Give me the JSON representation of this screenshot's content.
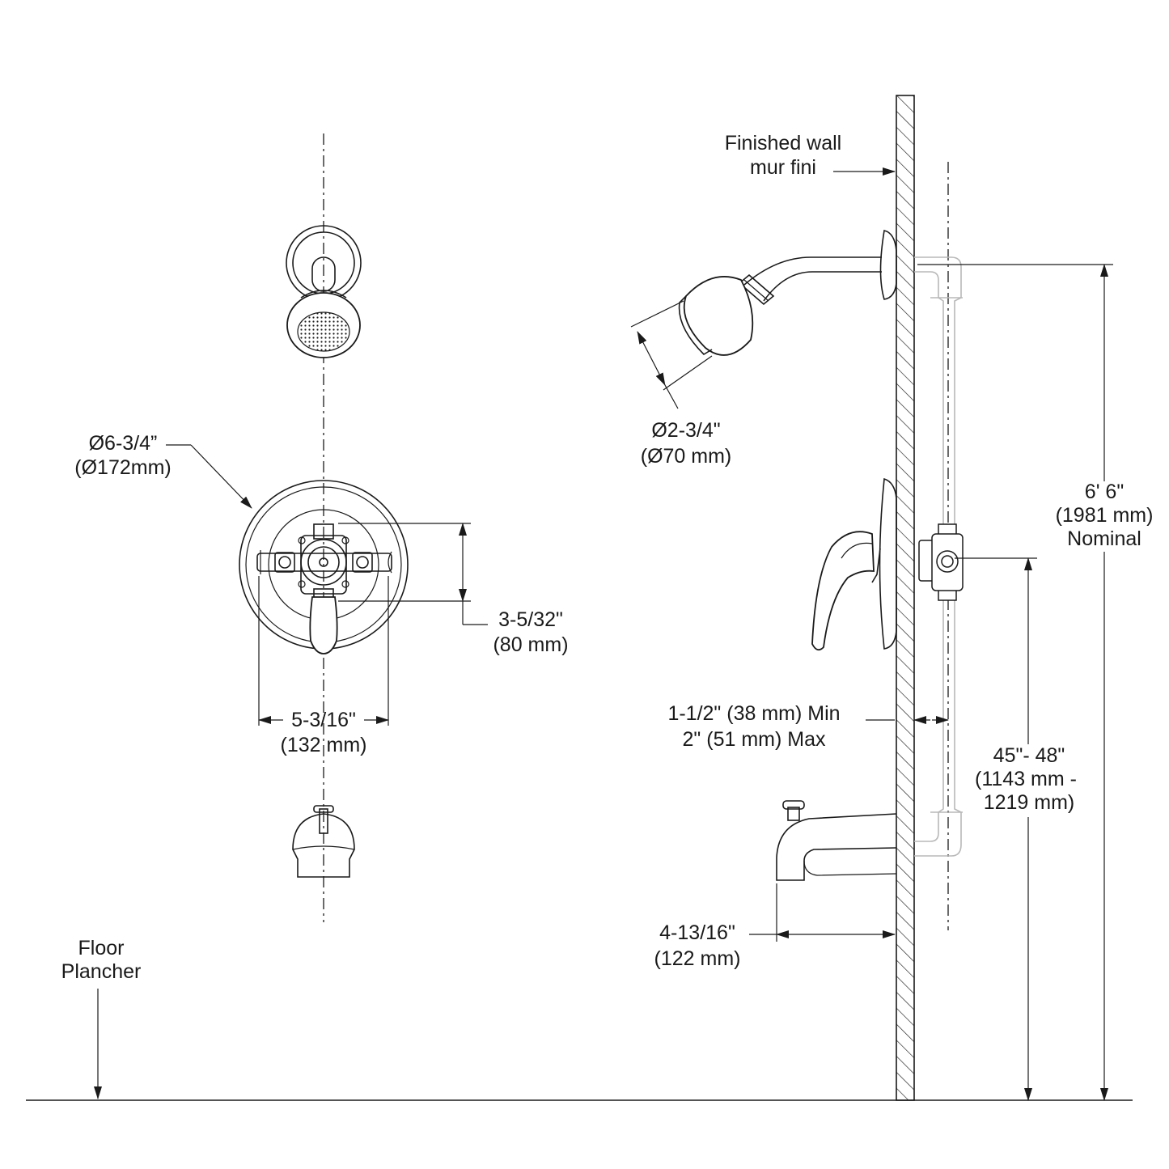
{
  "labels": {
    "finished_wall_en": "Finished wall",
    "finished_wall_fr": "mur fini",
    "trim_diameter_in": "Ø6-3/4”",
    "trim_diameter_mm": "(Ø172mm)",
    "valve_offset_in": "3-5/32\"",
    "valve_offset_mm": "(80 mm)",
    "valve_width_in": "5-3/16\"",
    "valve_width_mm": "(132 mm)",
    "showerhead_diameter_in": "Ø2-3/4\"",
    "showerhead_diameter_mm": "(Ø70 mm)",
    "showerhead_height_ft": "6' 6\"",
    "showerhead_height_mm": "(1981 mm)",
    "showerhead_height_note": "Nominal",
    "wall_depth_min": "1-1/2\" (38 mm) Min",
    "wall_depth_max": "2\" (51 mm) Max",
    "valve_height_in": "45\"- 48\"",
    "valve_height_mm_1": "(1143 mm -",
    "valve_height_mm_2": "1219 mm)",
    "spout_reach_in": "4-13/16\"",
    "spout_reach_mm": "(122 mm)",
    "floor_en": "Floor",
    "floor_fr": "Plancher"
  }
}
